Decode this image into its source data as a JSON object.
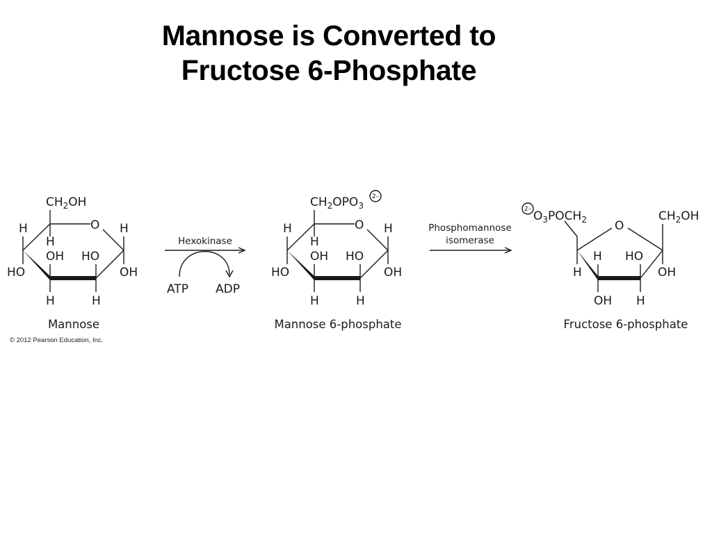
{
  "title": {
    "line1": "Mannose is Converted to",
    "line2": "Fructose 6-Phosphate"
  },
  "atoms": {
    "H": "H",
    "OH": "OH",
    "HO": "HO",
    "O": "O",
    "CH": "CH",
    "two": "2",
    "three": "3",
    "OPO": "OPO",
    "POCH": "POCH",
    "charge": "2–"
  },
  "molecules": {
    "mannose": "Mannose",
    "mannose6p": "Mannose 6-phosphate",
    "fructose6p": "Fructose 6-phosphate"
  },
  "reaction1": {
    "enzyme": "Hexokinase",
    "substrate": "ATP",
    "product": "ADP"
  },
  "reaction2": {
    "enzyme_line1": "Phosphomannose",
    "enzyme_line2": "isomerase"
  },
  "copyright": "© 2012 Pearson Education, Inc."
}
